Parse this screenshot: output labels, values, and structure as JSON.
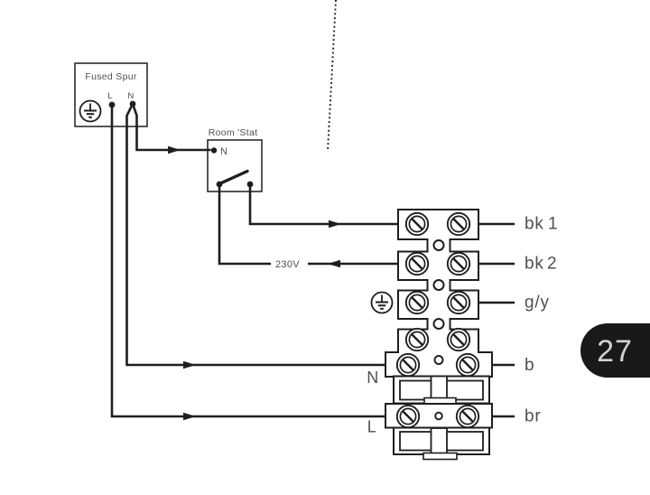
{
  "colors": {
    "line": "#1e1e1e",
    "label": "#4f4f4f",
    "badge_bg": "#191919",
    "badge_text": "#d2d2d2",
    "background": "#ffffff"
  },
  "fused_spur": {
    "title": "Fused Spur",
    "live": "L",
    "neutral": "N"
  },
  "room_stat": {
    "title": "Room 'Stat",
    "neutral": "N"
  },
  "supply": {
    "label": "230V"
  },
  "terminals": [
    {
      "code": "bk",
      "num": "1"
    },
    {
      "code": "bk",
      "num": "2"
    },
    {
      "code": "g/y"
    },
    {
      "code": "b"
    },
    {
      "code": "br"
    }
  ],
  "block": {
    "neutral": "N",
    "live": "L"
  },
  "page": {
    "number": "27"
  }
}
